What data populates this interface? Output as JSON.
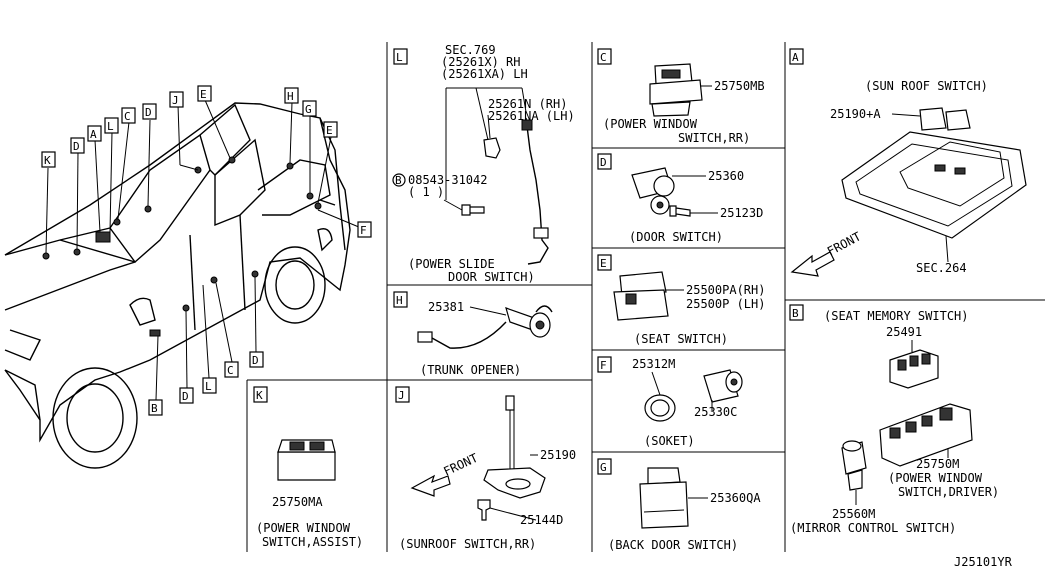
{
  "vehicle": {
    "callouts": [
      "K",
      "D",
      "A",
      "L",
      "C",
      "D",
      "J",
      "E",
      "H",
      "G",
      "E",
      "F",
      "B",
      "D",
      "L",
      "C",
      "D"
    ]
  },
  "sections": {
    "L": {
      "tag": "L",
      "ref_sec": "SEC.769",
      "ref_rh": "(25261X) RH",
      "ref_lh": "(25261XA) LH",
      "pn_rh": "25261N  (RH)",
      "pn_lh": "25261NA (LH)",
      "bolt_marker": "B",
      "bolt_pn": "08543-31042",
      "bolt_qty": "( 1 )",
      "caption_1": "(POWER SLIDE",
      "caption_2": "DOOR SWITCH)"
    },
    "H": {
      "tag": "H",
      "pn": "25381",
      "caption": "(TRUNK OPENER)"
    },
    "K": {
      "tag": "K",
      "pn": "25750MA",
      "caption_1": "(POWER WINDOW",
      "caption_2": "SWITCH,ASSIST)"
    },
    "J": {
      "tag": "J",
      "pn_1": "25190",
      "pn_2": "25144D",
      "front": "FRONT",
      "caption": "(SUNROOF SWITCH,RR)"
    },
    "C": {
      "tag": "C",
      "pn": "25750MB",
      "caption_1": "(POWER WINDOW",
      "caption_2": "SWITCH,RR)"
    },
    "D": {
      "tag": "D",
      "pn_1": "25360",
      "pn_2": "25123D",
      "caption": "(DOOR SWITCH)"
    },
    "E": {
      "tag": "E",
      "pn_rh": "25500PA(RH)",
      "pn_lh": "25500P  (LH)",
      "caption": "(SEAT SWITCH)"
    },
    "F": {
      "tag": "F",
      "pn_1": "25312M",
      "pn_2": "25330C",
      "caption": "(SOKET)"
    },
    "G": {
      "tag": "G",
      "pn": "25360QA",
      "caption": "(BACK DOOR SWITCH)"
    },
    "A": {
      "tag": "A",
      "caption": "(SUN ROOF SWITCH)",
      "pn": "25190+A",
      "front": "FRONT",
      "ref": "SEC.264"
    },
    "B": {
      "tag": "B",
      "caption": "(SEAT MEMORY SWITCH)",
      "pn_1": "25491",
      "pn_2": "25750M",
      "caption_2a": "(POWER WINDOW",
      "caption_2b": "SWITCH,DRIVER)",
      "pn_3": "25560M",
      "caption_3": "(MIRROR CONTROL SWITCH)"
    }
  },
  "footer": {
    "drawing_id": "J25101YR"
  }
}
